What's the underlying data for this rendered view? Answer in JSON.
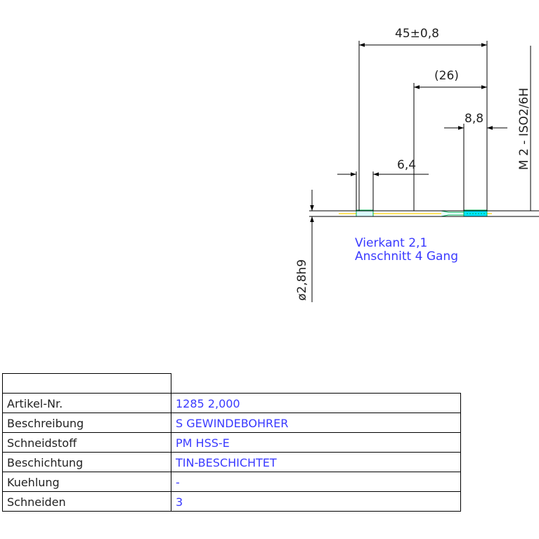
{
  "drawing": {
    "dimensions": {
      "overall_length": "45±0,8",
      "shank_length": "(26)",
      "thread_length": "8,8",
      "square_length": "6,4",
      "thread_spec": "M 2 - ISO2/6H",
      "shank_diameter": "ø2,8h9"
    },
    "notes": {
      "square": "Vierkant 2,1",
      "chamfer": "Anschnitt 4 Gang"
    },
    "colors": {
      "line": "#000000",
      "text": "#222222",
      "note": "#3a3aff",
      "tool_fill": "#00e5ff",
      "tool_edge": "#00b050",
      "centerline": "#ffd200"
    }
  },
  "spec_table": {
    "rows": [
      {
        "label": "Artikel-Nr.",
        "value": "1285 2,000"
      },
      {
        "label": "Beschreibung",
        "value": "S GEWINDEBOHRER"
      },
      {
        "label": "Schneidstoff",
        "value": "PM HSS-E"
      },
      {
        "label": "Beschichtung",
        "value": "TIN-BESCHICHTET"
      },
      {
        "label": "Kuehlung",
        "value": "-"
      },
      {
        "label": "Schneiden",
        "value": "3"
      }
    ]
  }
}
